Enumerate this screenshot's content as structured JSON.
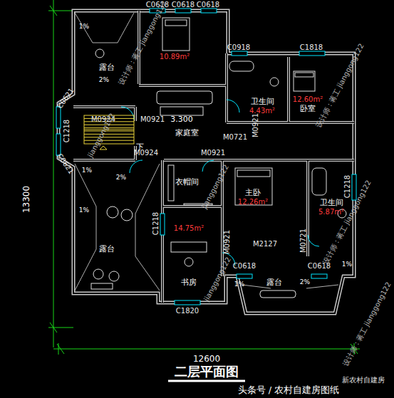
{
  "diagram": {
    "title": "二层平面图",
    "nodes": [
      {
        "text": [
          "露台"
        ]
      },
      {
        "text": [
          "10.89m²"
        ]
      },
      {
        "text": [
          "卫生间",
          "4.43m²"
        ]
      },
      {
        "text": [
          "12.60m²",
          "卧室"
        ]
      },
      {
        "text": [
          "家庭室"
        ]
      },
      {
        "text": [
          "衣帽间"
        ]
      },
      {
        "text": [
          "主卧",
          "12.26m²"
        ]
      },
      {
        "text": [
          "卫生间",
          "5.87m²"
        ]
      },
      {
        "text": [
          "露台"
        ]
      },
      {
        "text": [
          "14.75m²",
          "书房"
        ]
      },
      {
        "text": [
          "露台"
        ]
      }
    ],
    "labels": [
      "C0618",
      "C0618",
      "C0618",
      "1%",
      "2%",
      "C0918",
      "C1818",
      "C0621",
      "M0924",
      "M0921",
      "C1218",
      "3.300",
      "M0721",
      "M0921",
      "下",
      "M0924",
      "M0921",
      "C0621",
      "1%",
      "2%",
      "C1218",
      "1%",
      "C1218",
      "M0921",
      "M2127",
      "M0721",
      "C0618",
      "C0618",
      "1%",
      "1%",
      "2%",
      "C1820",
      "13300",
      "12600",
      "设计师：蒋工 jianggong122",
      "jianggong122",
      "jianggong122",
      "设计师：蒋工 jianggong122",
      "设计师：蒋工 jianggong122",
      "jianggong122",
      "设计师：蒋工 jianggong122",
      "头条号 / 农村自建房图纸",
      "新农村自建房"
    ]
  }
}
